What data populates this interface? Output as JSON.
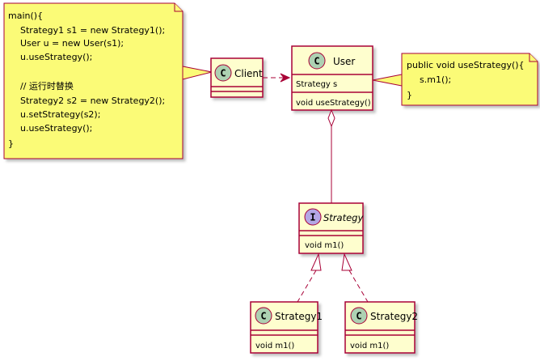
{
  "colors": {
    "class_fill": "#FEFECE",
    "class_border": "#A80036",
    "note_fill": "#FBFB77",
    "note_border": "#A80036",
    "badge_c": "#ADD1B2",
    "badge_i": "#B4A7E5",
    "edge": "#A80036"
  },
  "notes": {
    "main": {
      "lines": [
        "main(){",
        "Strategy1 s1 = new Strategy1();",
        "User u = new User(s1);",
        "u.useStrategy();",
        "",
        "// 运行时替换",
        "Strategy2 s2 = new Strategy2();",
        "u.setStrategy(s2);",
        "u.useStrategy();",
        "}"
      ]
    },
    "user_method": {
      "lines": [
        "public void useStrategy(){",
        "s.m1();",
        "}"
      ]
    }
  },
  "classes": {
    "client": {
      "badge": "C",
      "name": "Client"
    },
    "user": {
      "badge": "C",
      "name": "User",
      "field": "Strategy s",
      "method": "void useStrategy()"
    },
    "strategy": {
      "badge": "I",
      "name": "Strategy",
      "method": "void m1()"
    },
    "strategy1": {
      "badge": "C",
      "name": "Strategy1",
      "method": "void m1()"
    },
    "strategy2": {
      "badge": "C",
      "name": "Strategy2",
      "method": "void m1()"
    }
  }
}
